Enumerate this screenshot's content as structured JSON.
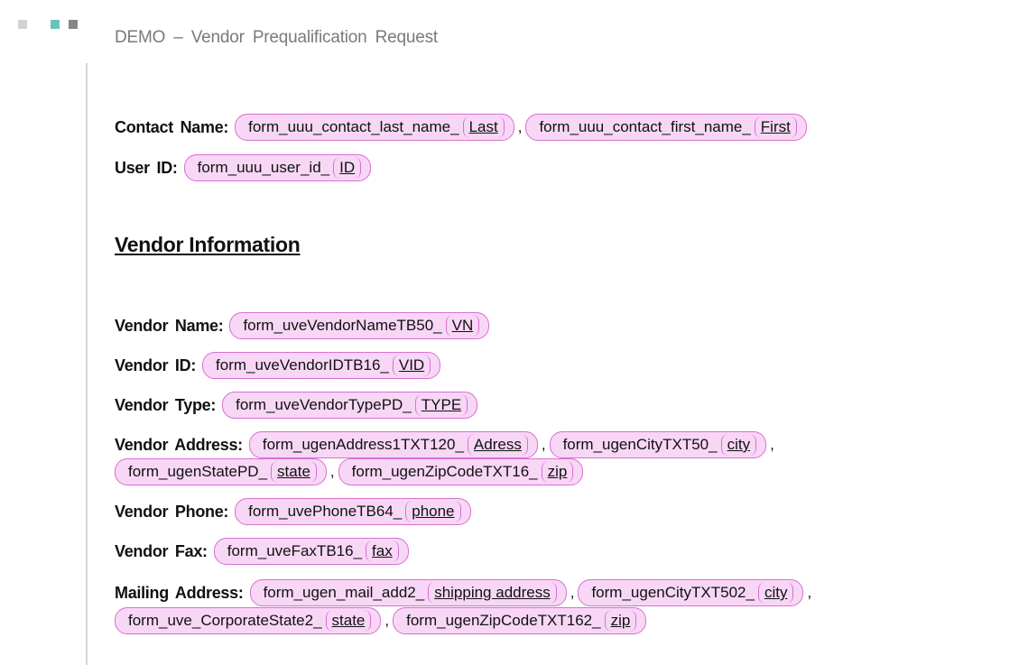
{
  "header": {
    "title": "DEMO – Vendor Prequalification Request"
  },
  "contact": {
    "name_label": "Contact Name:",
    "last_field": "form_uuu_contact_last_name_",
    "last_ph": "Last",
    "sep1": ",",
    "first_field": "form_uuu_contact_first_name_",
    "first_ph": "First",
    "userid_label": "User ID:",
    "userid_field": "form_uuu_user_id_",
    "userid_ph": "ID"
  },
  "vendor": {
    "section_title": "Vendor Information",
    "name_label": "Vendor Name:",
    "name_field": "form_uveVendorNameTB50_",
    "name_ph": "VN",
    "id_label": "Vendor ID:",
    "id_field": "form_uveVendorIDTB16_",
    "id_ph": "VID",
    "type_label": "Vendor Type:",
    "type_field": "form_uveVendorTypePD_",
    "type_ph": "TYPE",
    "address_label": "Vendor Address:",
    "address_field": "form_ugenAddress1TXT120_",
    "address_ph": "Adress",
    "address_sep1": ",",
    "city_field": "form_ugenCityTXT50_",
    "city_ph": "city",
    "address_sep2": ",",
    "state_field": "form_ugenStatePD_",
    "state_ph": "state",
    "address_sep3": ",",
    "zip_field": "form_ugenZipCodeTXT16_",
    "zip_ph": "zip",
    "phone_label": "Vendor Phone:",
    "phone_field": "form_uvePhoneTB64_",
    "phone_ph": "phone",
    "fax_label": "Vendor Fax:",
    "fax_field": "form_uveFaxTB16_",
    "fax_ph": "fax",
    "mailing_label": "Mailing Address:",
    "mail_field": "form_ugen_mail_add2_",
    "mail_ph": "shipping address",
    "mail_sep1": ",",
    "mail_city_field": "form_ugenCityTXT502_",
    "mail_city_ph": "city",
    "mail_sep2": ",",
    "mail_state_field": "form_uve_CorporateState2_",
    "mail_state_ph": "state",
    "mail_sep3": ",",
    "mail_zip_field": "form_ugenZipCodeTXT162_",
    "mail_zip_ph": "zip"
  }
}
